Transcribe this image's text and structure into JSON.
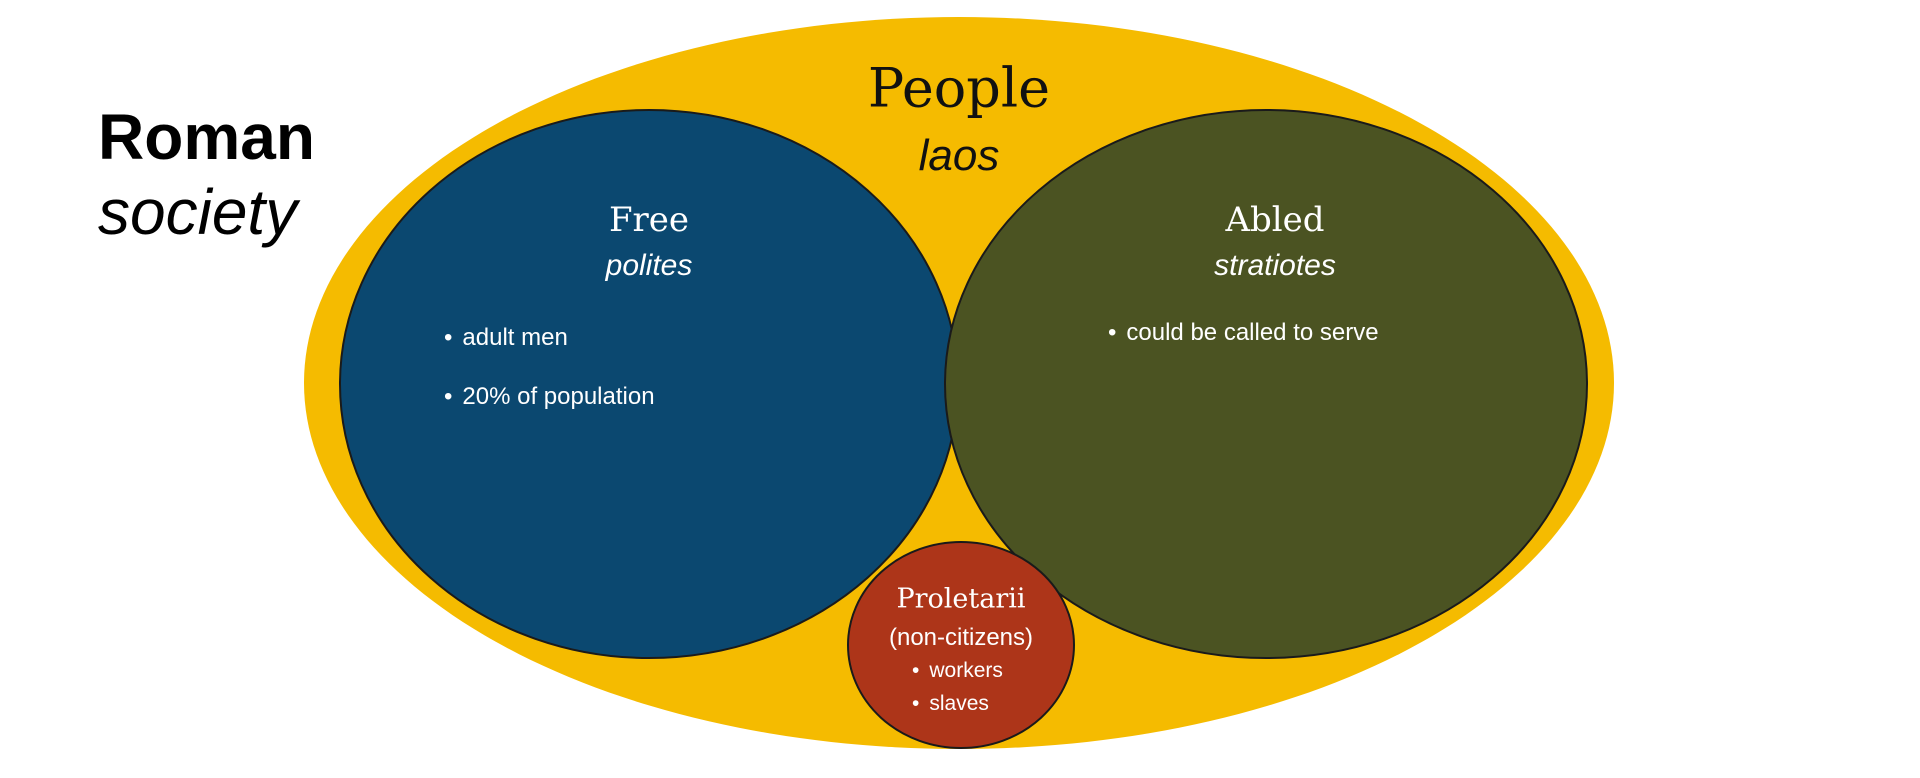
{
  "title": {
    "line1": "Roman",
    "line2": "society"
  },
  "colors": {
    "people": "#F5BB00",
    "free": "#0B4870",
    "abled": "#4B5322",
    "proletarii": "#AD3519"
  },
  "people": {
    "label": "People",
    "sublabel": "laos"
  },
  "free": {
    "label": "Free",
    "sublabel": "polites",
    "bullets": [
      "adult men",
      "20% of population"
    ]
  },
  "abled": {
    "label": "Abled",
    "sublabel": "stratiotes",
    "bullets": [
      "could be called to serve"
    ]
  },
  "proletarii": {
    "label": "Proletarii",
    "sublabel": "(non-citizens)",
    "bullets": [
      "workers",
      "slaves"
    ]
  }
}
